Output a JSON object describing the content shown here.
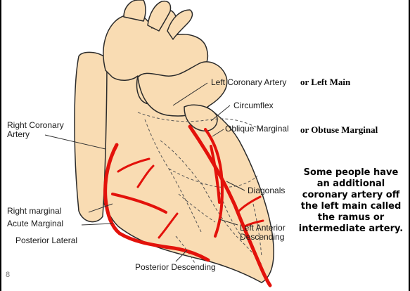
{
  "diagram": {
    "labels": {
      "left_coronary_artery": "Left Coronary Artery",
      "circumflex": "Circumflex",
      "oblique_marginal": "Oblique Marginal",
      "right_coronary_artery": "Right Coronary Artery",
      "diagonals": "Diagonals",
      "right_marginal": "Right marginal",
      "acute_marginal": "Acute Marginal",
      "posterior_lateral": "Posterior Lateral",
      "left_anterior_descending": "Left Anterior Descending",
      "posterior_descending": "Posterior Descending"
    },
    "colors": {
      "heart_fill": "#f9dcb3",
      "heart_stroke": "#2b2b2b",
      "artery": "#e3120b"
    }
  },
  "notes": {
    "left_main": "or Left Main",
    "obtuse_marginal": "or Obtuse Marginal",
    "ramus": "Some people have an additional coronary artery off the left main called the ramus or intermediate artery."
  },
  "slide": {
    "number": "8"
  }
}
